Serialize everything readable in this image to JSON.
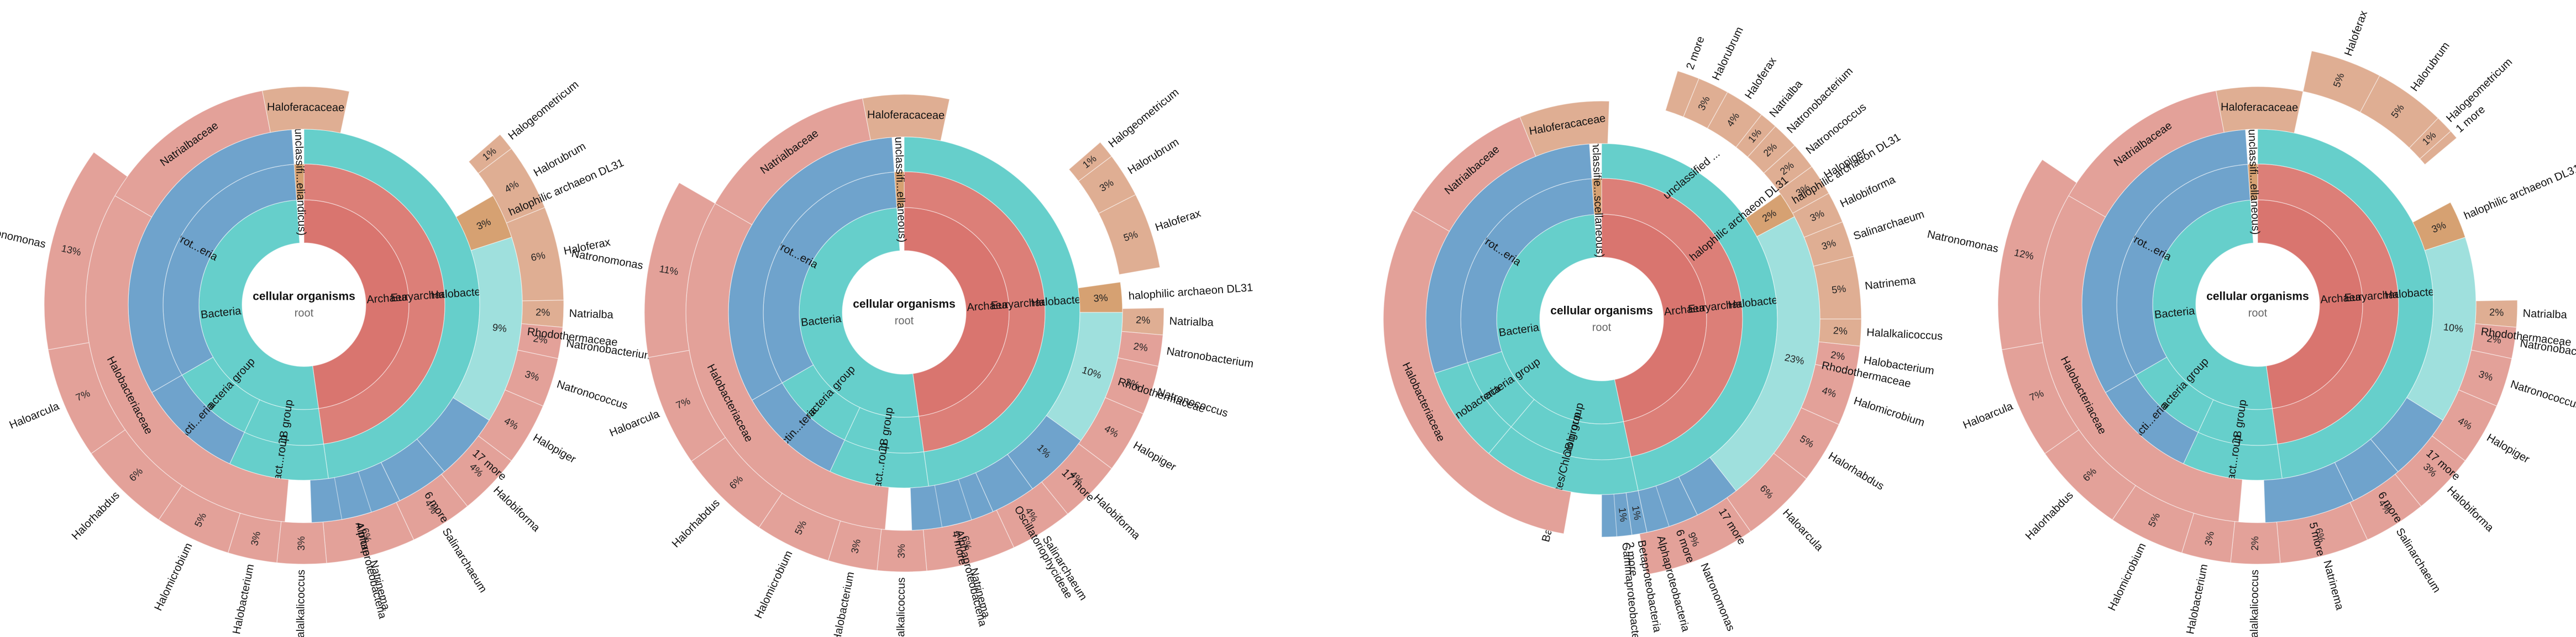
{
  "colors": {
    "archaea": "#d9756f",
    "archaea_light": "#e3a199",
    "halo_orange": "#dfae93",
    "bacteria_teal": "#66cfcb",
    "bacteria_light": "#9fe0dd",
    "bacteria_blue": "#6fa3cc",
    "tan": "#d6a172",
    "white": "#ffffff"
  },
  "chart_data": [
    {
      "type": "sunburst",
      "center": {
        "title": "cellular organisms",
        "subtitle": "root"
      },
      "rings": [
        [
          {
            "label": "Archaea",
            "a0": 0,
            "a1": 172
          },
          {
            "label": "Bacteria",
            "a0": 172,
            "a1": 356
          }
        ],
        [
          {
            "label": "Euryarchaeota",
            "a0": 0,
            "a1": 172
          },
          {
            "label": "FCB group",
            "a0": 172,
            "a1": 205
          },
          {
            "label": "Terrabacteria group",
            "a0": 205,
            "a1": 240
          },
          {
            "label": "Prot...eria",
            "a0": 240,
            "a1": 356
          },
          {
            "label": "unclassifi...eliandicus)",
            "a0": 356,
            "a1": 360
          }
        ],
        [
          {
            "label": "Halobacteria",
            "a0": 0,
            "a1": 172
          },
          {
            "label": "Bact...roup",
            "a0": 172,
            "a1": 205
          },
          {
            "label": "Acti...eria",
            "a0": 205,
            "a1": 240
          },
          {
            "label": "",
            "a0": 240,
            "a1": 356
          }
        ]
      ],
      "families": [
        {
          "label": "Halobacteriaceae",
          "a0": 185,
          "a1": 300
        },
        {
          "label": "Natrialbaceae",
          "a0": 300,
          "a1": 349
        },
        {
          "label": "Haloferacaceae",
          "a0": 349,
          "a1": 372
        }
      ],
      "genera": [
        {
          "label": "Halogeometricum",
          "pct": "1%",
          "a0": 49,
          "a1": 53
        },
        {
          "label": "Halorubrum",
          "pct": "4%",
          "a0": 53,
          "a1": 68
        },
        {
          "label": "Haloferax",
          "pct": "6%",
          "a0": 68,
          "a1": 89
        },
        {
          "label": "Natrialba",
          "pct": "2%",
          "a0": 89,
          "a1": 95
        },
        {
          "label": "Natronobacterium",
          "pct": "2%",
          "a0": 95,
          "a1": 102
        },
        {
          "label": "Natronococcus",
          "pct": "3%",
          "a0": 102,
          "a1": 113
        },
        {
          "label": "Halopiger",
          "pct": "4%",
          "a0": 113,
          "a1": 127
        },
        {
          "label": "Halobiforma",
          "pct": "4%",
          "a0": 127,
          "a1": 141
        },
        {
          "label": "Salinarchaeum",
          "pct": "4%",
          "a0": 141,
          "a1": 155
        },
        {
          "label": "Natrinema",
          "pct": "6%",
          "a0": 155,
          "a1": 175
        },
        {
          "label": "Halalkalicoccus",
          "pct": "3%",
          "a0": 175,
          "a1": 186
        },
        {
          "label": "Halobacterium",
          "pct": "3%",
          "a0": 186,
          "a1": 197
        },
        {
          "label": "Halomicrobium",
          "pct": "5%",
          "a0": 197,
          "a1": 214
        },
        {
          "label": "Halorhabdus",
          "pct": "6%",
          "a0": 214,
          "a1": 235
        },
        {
          "label": "Haloarcula",
          "pct": "7%",
          "a0": 235,
          "a1": 260
        },
        {
          "label": "Natronomonas",
          "pct": "13%",
          "a0": 260,
          "a1": 306
        }
      ],
      "bacteria_outer": [
        {
          "label": "halophilic archaeon DL31",
          "pct": "3%",
          "a0": -30,
          "a1": -18,
          "color": "tan"
        },
        {
          "label": "Rhodothermaceae",
          "pct": "9%",
          "a0": -18,
          "a1": 32,
          "color": "bacteria_light"
        },
        {
          "label": "17 more",
          "pct": "",
          "a0": 32,
          "a1": 50,
          "color": "bacteria_blue"
        },
        {
          "label": "6 more",
          "pct": "",
          "a0": 50,
          "a1": 64,
          "color": "bacteria_blue"
        },
        {
          "label": "4 more",
          "pct": "",
          "a0": 64,
          "a1": 88,
          "color": "bacteria_blue"
        },
        {
          "label": "Alphaproteobacteria",
          "pct": "",
          "a0": 72,
          "a1": 80,
          "color": "bacteria_blue"
        }
      ]
    },
    {
      "type": "sunburst",
      "center": {
        "title": "cellular organisms",
        "subtitle": "root"
      },
      "rings": [
        [
          {
            "label": "Archaea",
            "a0": 0,
            "a1": 172
          },
          {
            "label": "Bacteria",
            "a0": 172,
            "a1": 356
          }
        ],
        [
          {
            "label": "Euryarchaeota",
            "a0": 0,
            "a1": 172
          },
          {
            "label": "FCB group",
            "a0": 172,
            "a1": 205
          },
          {
            "label": "Terrabacteria group",
            "a0": 205,
            "a1": 240
          },
          {
            "label": "Prot...eria",
            "a0": 240,
            "a1": 356
          },
          {
            "label": "unclassifi...ellaneous)",
            "a0": 356,
            "a1": 360
          }
        ],
        [
          {
            "label": "Halobacteria",
            "a0": 0,
            "a1": 172
          },
          {
            "label": "Bact...roup",
            "a0": 172,
            "a1": 205
          },
          {
            "label": "Actin...teria",
            "a0": 205,
            "a1": 240
          },
          {
            "label": "",
            "a0": 240,
            "a1": 356
          }
        ]
      ],
      "families": [
        {
          "label": "Halobacteriaceae",
          "a0": 185,
          "a1": 300
        },
        {
          "label": "Natrialbaceae",
          "a0": 300,
          "a1": 349
        },
        {
          "label": "Haloferacaceae",
          "a0": 349,
          "a1": 372
        }
      ],
      "genera": [
        {
          "label": "Halogeometricum",
          "pct": "1%",
          "a0": 49,
          "a1": 53
        },
        {
          "label": "Halorubrum",
          "pct": "3%",
          "a0": 53,
          "a1": 63
        },
        {
          "label": "Haloferax",
          "pct": "5%",
          "a0": 63,
          "a1": 80
        },
        {
          "label": "Natrialba",
          "pct": "2%",
          "a0": 89,
          "a1": 95
        },
        {
          "label": "Natronobacterium",
          "pct": "2%",
          "a0": 95,
          "a1": 102
        },
        {
          "label": "Natronococcus",
          "pct": "3%",
          "a0": 102,
          "a1": 113
        },
        {
          "label": "Halopiger",
          "pct": "4%",
          "a0": 113,
          "a1": 127
        },
        {
          "label": "Halobiforma",
          "pct": "4%",
          "a0": 127,
          "a1": 141
        },
        {
          "label": "Salinarchaeum",
          "pct": "4%",
          "a0": 141,
          "a1": 155
        },
        {
          "label": "Natrinema",
          "pct": "6%",
          "a0": 155,
          "a1": 175
        },
        {
          "label": "Halalkalicoccus",
          "pct": "3%",
          "a0": 175,
          "a1": 186
        },
        {
          "label": "Halobacterium",
          "pct": "3%",
          "a0": 186,
          "a1": 197
        },
        {
          "label": "Halomicrobium",
          "pct": "5%",
          "a0": 197,
          "a1": 214
        },
        {
          "label": "Halorhabdus",
          "pct": "6%",
          "a0": 214,
          "a1": 235
        },
        {
          "label": "Haloarcula",
          "pct": "7%",
          "a0": 235,
          "a1": 260
        },
        {
          "label": "Natronomonas",
          "pct": "11%",
          "a0": 260,
          "a1": 300
        }
      ],
      "bacteria_outer": [
        {
          "label": "halophilic archaeon DL31",
          "pct": "3%",
          "a0": -8,
          "a1": 0,
          "color": "tan"
        },
        {
          "label": "Rhodothermaceae",
          "pct": "10%",
          "a0": 0,
          "a1": 36,
          "color": "bacteria_light"
        },
        {
          "label": "17 more",
          "pct": "1%",
          "a0": 36,
          "a1": 54,
          "color": "bacteria_blue"
        },
        {
          "label": "Oscillatoriophycideae",
          "pct": "",
          "a0": 54,
          "a1": 66,
          "color": "bacteria_blue"
        },
        {
          "label": "4 more",
          "pct": "1%",
          "a0": 66,
          "a1": 88,
          "color": "bacteria_blue"
        },
        {
          "label": "Alphaproteobacteria",
          "pct": "",
          "a0": 72,
          "a1": 80,
          "color": "bacteria_blue"
        }
      ]
    },
    {
      "type": "sunburst",
      "center": {
        "title": "cellular organisms",
        "subtitle": "root"
      },
      "rings": [
        [
          {
            "label": "Archaea",
            "a0": 0,
            "a1": 168
          },
          {
            "label": "Bacteria",
            "a0": 168,
            "a1": 356
          }
        ],
        [
          {
            "label": "Euryarchaeota",
            "a0": 0,
            "a1": 168
          },
          {
            "label": "FCB group",
            "a0": 168,
            "a1": 220
          },
          {
            "label": "Terrabacteria group",
            "a0": 220,
            "a1": 252
          },
          {
            "label": "Prot...eria",
            "a0": 252,
            "a1": 356
          },
          {
            "label": "unclassifie...scellaneous)",
            "a0": 356,
            "a1": 360
          }
        ],
        [
          {
            "label": "Halobacteria",
            "a0": 0,
            "a1": 168
          },
          {
            "label": "Bacteroidetes/Chlorobi group",
            "a0": 168,
            "a1": 220
          },
          {
            "label": "Actinobacteria",
            "a0": 220,
            "a1": 252
          },
          {
            "label": "",
            "a0": 252,
            "a1": 356
          }
        ]
      ],
      "families": [
        {
          "label": "Halobacteriaceae",
          "a0": 190,
          "a1": 300
        },
        {
          "label": "Natrialbaceae",
          "a0": 300,
          "a1": 338
        },
        {
          "label": "Haloferacaceae",
          "a0": 338,
          "a1": 362
        }
      ],
      "genera": [
        {
          "label": "2 more",
          "pct": "",
          "a0": 17,
          "a1": 22
        },
        {
          "label": "Halorubrum",
          "pct": "3%",
          "a0": 22,
          "a1": 29
        },
        {
          "label": "Haloferax",
          "pct": "4%",
          "a0": 29,
          "a1": 38
        },
        {
          "label": "Natrialba",
          "pct": "1%",
          "a0": 38,
          "a1": 42
        },
        {
          "label": "Natronobacterium",
          "pct": "2%",
          "a0": 42,
          "a1": 48
        },
        {
          "label": "Natronococcus",
          "pct": "2%",
          "a0": 48,
          "a1": 54
        },
        {
          "label": "Halopiger",
          "pct": "3%",
          "a0": 54,
          "a1": 61
        },
        {
          "label": "Halobiforma",
          "pct": "3%",
          "a0": 61,
          "a1": 68
        },
        {
          "label": "Salinarchaeum",
          "pct": "3%",
          "a0": 68,
          "a1": 76
        },
        {
          "label": "Natrinema",
          "pct": "5%",
          "a0": 76,
          "a1": 90
        },
        {
          "label": "Halalkalicoccus",
          "pct": "2%",
          "a0": 90,
          "a1": 96
        },
        {
          "label": "Halobacterium",
          "pct": "2%",
          "a0": 96,
          "a1": 102
        },
        {
          "label": "Halomicrobium",
          "pct": "4%",
          "a0": 102,
          "a1": 114
        },
        {
          "label": "Halorhabdus",
          "pct": "5%",
          "a0": 114,
          "a1": 128
        },
        {
          "label": "Haloarcula",
          "pct": "6%",
          "a0": 128,
          "a1": 145
        },
        {
          "label": "Natronomonas",
          "pct": "9%",
          "a0": 145,
          "a1": 170
        }
      ],
      "bacteria_outer": [
        {
          "label": "halophilic archaeon DL31",
          "pct": "2%",
          "a0": -35,
          "a1": -28,
          "color": "tan"
        },
        {
          "label": "Rhodothermaceae",
          "pct": "23%",
          "a0": -28,
          "a1": 52,
          "color": "bacteria_light"
        },
        {
          "label": "17 more",
          "pct": "",
          "a0": 52,
          "a1": 64,
          "color": "bacteria_blue"
        },
        {
          "label": "6 more",
          "pct": "",
          "a0": 64,
          "a1": 76,
          "color": "bacteria_blue"
        },
        {
          "label": "2 more",
          "pct": "2%",
          "a0": 76,
          "a1": 90,
          "color": "bacteria_blue"
        },
        {
          "label": "Gammaproteobacteria",
          "pct": "1%",
          "a0": 82,
          "a1": 86,
          "color": "bacteria_blue"
        },
        {
          "label": "Betaproteobacteria",
          "pct": "1%",
          "a0": 78,
          "a1": 82,
          "color": "bacteria_blue"
        },
        {
          "label": "Alphaproteobacteria",
          "pct": "",
          "a0": 72,
          "a1": 78,
          "color": "bacteria_blue"
        }
      ],
      "extra_labels": [
        "unclassified ...",
        "halophilic archaeon DL31"
      ]
    },
    {
      "type": "sunburst",
      "center": {
        "title": "cellular organisms",
        "subtitle": "root"
      },
      "rings": [
        [
          {
            "label": "Archaea",
            "a0": 0,
            "a1": 172
          },
          {
            "label": "Bacteria",
            "a0": 172,
            "a1": 356
          }
        ],
        [
          {
            "label": "Euryarchaeota",
            "a0": 0,
            "a1": 172
          },
          {
            "label": "FCB group",
            "a0": 172,
            "a1": 205
          },
          {
            "label": "Terrabacteria group",
            "a0": 205,
            "a1": 240
          },
          {
            "label": "Prot...eria",
            "a0": 240,
            "a1": 356
          },
          {
            "label": "unclassifi...ellaneous)",
            "a0": 356,
            "a1": 360
          }
        ],
        [
          {
            "label": "Halobacteria",
            "a0": 0,
            "a1": 172
          },
          {
            "label": "Bact...roup",
            "a0": 172,
            "a1": 205
          },
          {
            "label": "Acti...eria",
            "a0": 205,
            "a1": 240
          },
          {
            "label": "",
            "a0": 240,
            "a1": 356
          }
        ]
      ],
      "families": [
        {
          "label": "Halobacteriaceae",
          "a0": 185,
          "a1": 300
        },
        {
          "label": "Natrialbaceae",
          "a0": 300,
          "a1": 349
        },
        {
          "label": "Haloferacaceae",
          "a0": 349,
          "a1": 372
        }
      ],
      "genera": [
        {
          "label": "1 more",
          "pct": "",
          "a0": 48,
          "a1": 50
        },
        {
          "label": "Halogeometricum",
          "pct": "1%",
          "a0": 44,
          "a1": 48
        },
        {
          "label": "Halorubrum",
          "pct": "5%",
          "a0": 28,
          "a1": 44
        },
        {
          "label": "Haloferax",
          "pct": "5%",
          "a0": 12,
          "a1": 28
        },
        {
          "label": "Natrialba",
          "pct": "2%",
          "a0": 89,
          "a1": 95
        },
        {
          "label": "Natronobacterium",
          "pct": "2%",
          "a0": 95,
          "a1": 102
        },
        {
          "label": "Natronococcus",
          "pct": "3%",
          "a0": 102,
          "a1": 113
        },
        {
          "label": "Halopiger",
          "pct": "4%",
          "a0": 113,
          "a1": 127
        },
        {
          "label": "Halobiforma",
          "pct": "3%",
          "a0": 127,
          "a1": 141
        },
        {
          "label": "Salinarchaeum",
          "pct": "4%",
          "a0": 141,
          "a1": 155
        },
        {
          "label": "Natrinema",
          "pct": "6%",
          "a0": 155,
          "a1": 175
        },
        {
          "label": "Halalkalicoccus",
          "pct": "2%",
          "a0": 175,
          "a1": 186
        },
        {
          "label": "Halobacterium",
          "pct": "3%",
          "a0": 186,
          "a1": 197
        },
        {
          "label": "Halomicrobium",
          "pct": "5%",
          "a0": 197,
          "a1": 214
        },
        {
          "label": "Halorhabdus",
          "pct": "6%",
          "a0": 214,
          "a1": 235
        },
        {
          "label": "Haloarcula",
          "pct": "7%",
          "a0": 235,
          "a1": 260
        },
        {
          "label": "Natronomonas",
          "pct": "12%",
          "a0": 260,
          "a1": 304
        }
      ],
      "bacteria_outer": [
        {
          "label": "halophilic archaeon DL31",
          "pct": "3%",
          "a0": -28,
          "a1": -18,
          "color": "tan"
        },
        {
          "label": "Rhodothermaceae",
          "pct": "10%",
          "a0": -18,
          "a1": 32,
          "color": "bacteria_light"
        },
        {
          "label": "17 more",
          "pct": "",
          "a0": 32,
          "a1": 50,
          "color": "bacteria_blue"
        },
        {
          "label": "6 more",
          "pct": "",
          "a0": 50,
          "a1": 64,
          "color": "bacteria_blue"
        },
        {
          "label": "5 more",
          "pct": "",
          "a0": 64,
          "a1": 88,
          "color": "bacteria_blue"
        }
      ]
    }
  ]
}
